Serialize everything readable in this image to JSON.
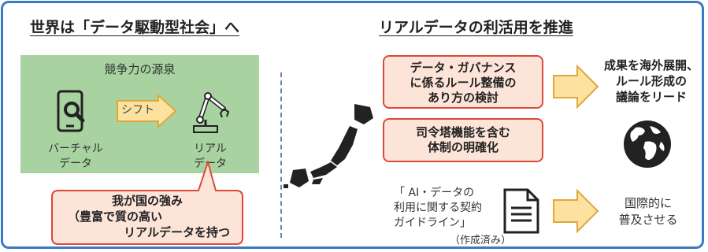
{
  "left_title": "世界は「データ駆動型社会」へ",
  "right_title": "リアルデータの利活用を推進",
  "green_panel": {
    "heading": "競争力の源泉",
    "shift_label": "シフト",
    "virtual_data_lines": [
      "バーチャル",
      "データ"
    ],
    "real_data_lines": [
      "リアル",
      "データ"
    ]
  },
  "callout_lines": [
    "我が国の強み",
    "（豊富で質の高い",
    "リアルデータを持つ"
  ],
  "box_governance_lines": [
    "データ・ガバナンス",
    "に係るルール整備の",
    "あり方の検討"
  ],
  "box_command_lines": [
    "司令塔機能を含む",
    "体制の明確化"
  ],
  "result_lines": [
    "成果を海外展開、",
    "ルール形成の",
    "議論をリード"
  ],
  "guideline_lines": [
    "「 AI・データの",
    "利用に関する契約",
    "ガイドライン」"
  ],
  "guideline_status": "（作成済み）",
  "international_lines": [
    "国際的に",
    "普及させる"
  ],
  "colors": {
    "frame": "#3b7bbf",
    "green_panel": "#a8d3a0",
    "box_fill": "#fde4d8",
    "box_border": "#d94a3a",
    "arrow_fill": "#fce1a0",
    "arrow_border": "#e0a83a"
  }
}
